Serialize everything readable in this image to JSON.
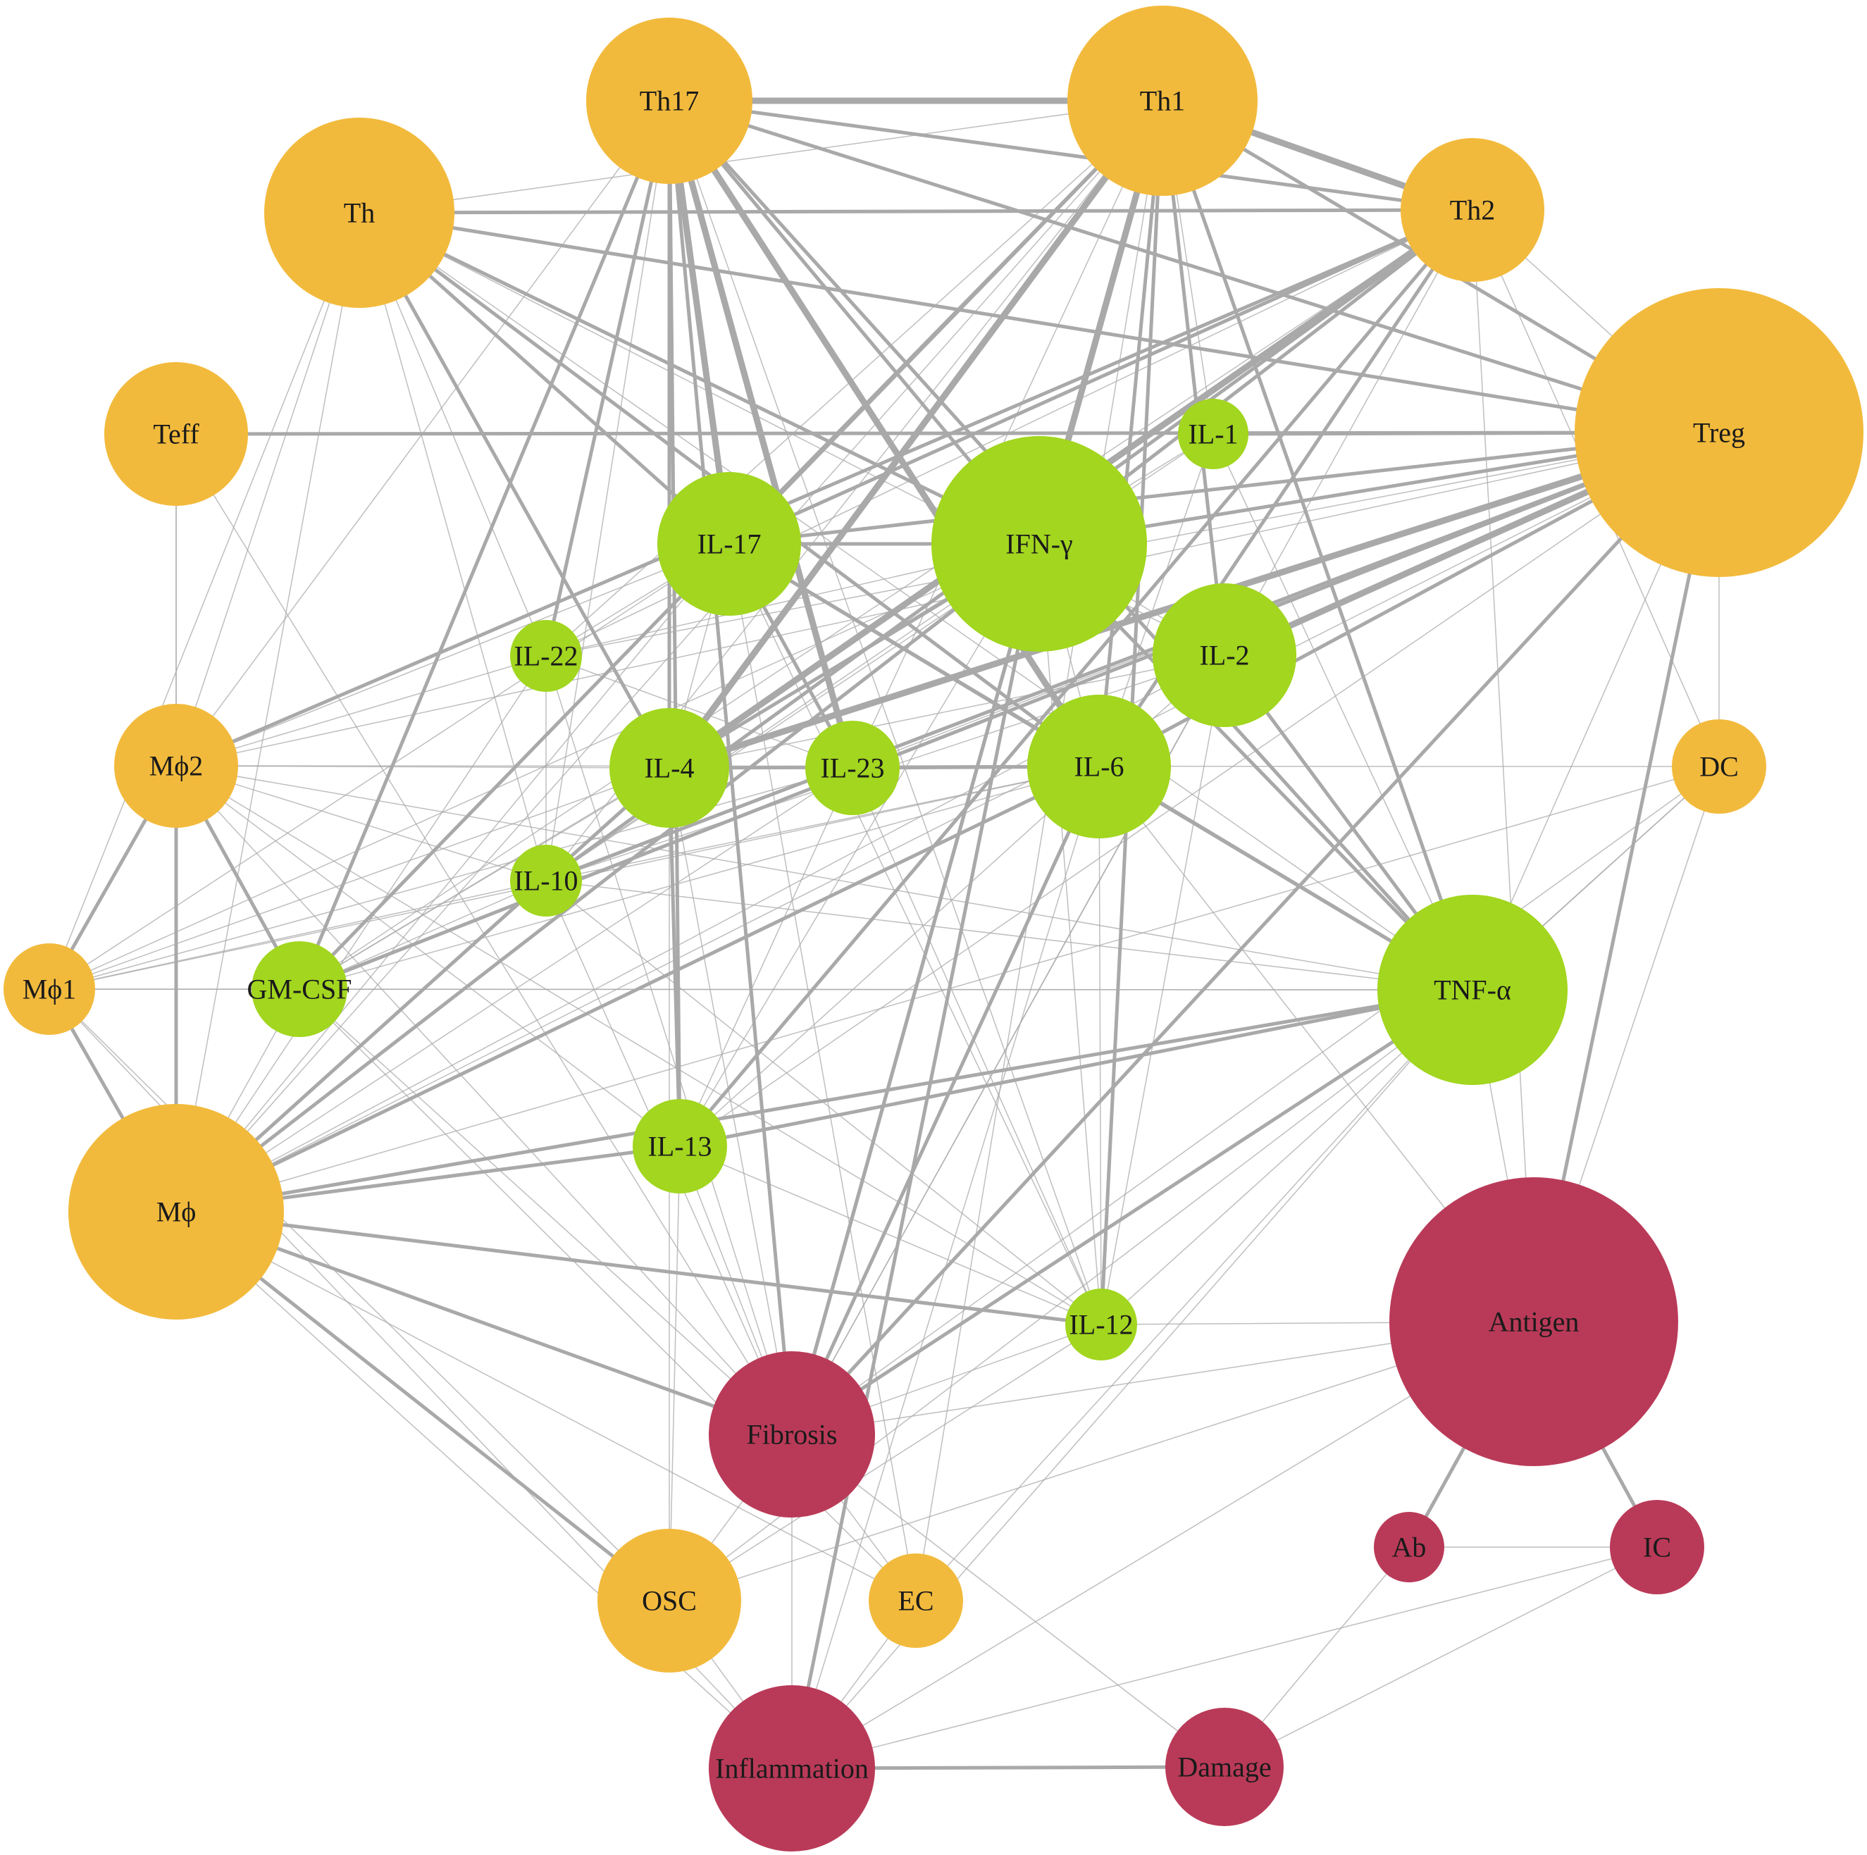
{
  "colors": {
    "cell": "#F2BA3C",
    "cytokine": "#A2D61F",
    "outcome": "#B93A58",
    "edge": "#A9A9A9",
    "background": "#FFFFFF"
  },
  "nodes": [
    {
      "id": "Th17",
      "label": "Th17",
      "group": "cell"
    },
    {
      "id": "Th1",
      "label": "Th1",
      "group": "cell"
    },
    {
      "id": "Th",
      "label": "Th",
      "group": "cell"
    },
    {
      "id": "Th2",
      "label": "Th2",
      "group": "cell"
    },
    {
      "id": "Treg",
      "label": "Treg",
      "group": "cell"
    },
    {
      "id": "Teff",
      "label": "Teff",
      "group": "cell"
    },
    {
      "id": "DC",
      "label": "DC",
      "group": "cell"
    },
    {
      "id": "Mphi2",
      "label": "Mϕ2",
      "group": "cell"
    },
    {
      "id": "Mphi1",
      "label": "Mϕ1",
      "group": "cell"
    },
    {
      "id": "Mphi",
      "label": "Mϕ",
      "group": "cell"
    },
    {
      "id": "OSC",
      "label": "OSC",
      "group": "cell"
    },
    {
      "id": "EC",
      "label": "EC",
      "group": "cell"
    },
    {
      "id": "IL1",
      "label": "IL-1",
      "group": "cytokine"
    },
    {
      "id": "IFNg",
      "label": "IFN-γ",
      "group": "cytokine"
    },
    {
      "id": "IL17",
      "label": "IL-17",
      "group": "cytokine"
    },
    {
      "id": "IL2",
      "label": "IL-2",
      "group": "cytokine"
    },
    {
      "id": "IL22",
      "label": "IL-22",
      "group": "cytokine"
    },
    {
      "id": "IL4",
      "label": "IL-4",
      "group": "cytokine"
    },
    {
      "id": "IL23",
      "label": "IL-23",
      "group": "cytokine"
    },
    {
      "id": "IL6",
      "label": "IL-6",
      "group": "cytokine"
    },
    {
      "id": "IL10",
      "label": "IL-10",
      "group": "cytokine"
    },
    {
      "id": "GMCSF",
      "label": "GM-CSF",
      "group": "cytokine"
    },
    {
      "id": "TNFa",
      "label": "TNF-α",
      "group": "cytokine"
    },
    {
      "id": "IL13",
      "label": "IL-13",
      "group": "cytokine"
    },
    {
      "id": "IL12",
      "label": "IL-12",
      "group": "cytokine"
    },
    {
      "id": "Antigen",
      "label": "Antigen",
      "group": "outcome"
    },
    {
      "id": "Fibrosis",
      "label": "Fibrosis",
      "group": "outcome"
    },
    {
      "id": "Ab",
      "label": "Ab",
      "group": "outcome"
    },
    {
      "id": "IC",
      "label": "IC",
      "group": "outcome"
    },
    {
      "id": "Inflammation",
      "label": "Inflammation",
      "group": "outcome"
    },
    {
      "id": "Damage",
      "label": "Damage",
      "group": "outcome"
    }
  ],
  "edges": [
    {
      "source": "Th17",
      "target": "Th1",
      "weight": 3
    },
    {
      "source": "Th1",
      "target": "Th2",
      "weight": 3
    },
    {
      "source": "Th17",
      "target": "Th2",
      "weight": 2
    },
    {
      "source": "Th",
      "target": "Th2",
      "weight": 2
    },
    {
      "source": "Th",
      "target": "Treg",
      "weight": 2
    },
    {
      "source": "Th17",
      "target": "Treg",
      "weight": 2
    },
    {
      "source": "Th1",
      "target": "Treg",
      "weight": 2
    },
    {
      "source": "Th2",
      "target": "Treg",
      "weight": 1
    },
    {
      "source": "Teff",
      "target": "Treg",
      "weight": 2
    },
    {
      "source": "Teff",
      "target": "IL1",
      "weight": 1
    },
    {
      "source": "Th17",
      "target": "IL17",
      "weight": 3
    },
    {
      "source": "Th17",
      "target": "IFNg",
      "weight": 2
    },
    {
      "source": "Th17",
      "target": "IL22",
      "weight": 2
    },
    {
      "source": "Th17",
      "target": "IL4",
      "weight": 2
    },
    {
      "source": "Th17",
      "target": "IL23",
      "weight": 3
    },
    {
      "source": "Th17",
      "target": "IL6",
      "weight": 3
    },
    {
      "source": "Th17",
      "target": "TNFa",
      "weight": 2
    },
    {
      "source": "Th17",
      "target": "Fibrosis",
      "weight": 2
    },
    {
      "source": "Th17",
      "target": "IL13",
      "weight": 2
    },
    {
      "source": "Th17",
      "target": "GMCSF",
      "weight": 2
    },
    {
      "source": "Th17",
      "target": "IL10",
      "weight": 1
    },
    {
      "source": "Th17",
      "target": "Mphi2",
      "weight": 1
    },
    {
      "source": "Th17",
      "target": "IL12",
      "weight": 1
    },
    {
      "source": "Th1",
      "target": "IFNg",
      "weight": 3
    },
    {
      "source": "Th1",
      "target": "IL17",
      "weight": 2
    },
    {
      "source": "Th1",
      "target": "IL4",
      "weight": 3
    },
    {
      "source": "Th1",
      "target": "IL2",
      "weight": 2
    },
    {
      "source": "Th1",
      "target": "IL6",
      "weight": 2
    },
    {
      "source": "Th1",
      "target": "IL1",
      "weight": 1
    },
    {
      "source": "Th1",
      "target": "IL22",
      "weight": 1
    },
    {
      "source": "Th1",
      "target": "IL12",
      "weight": 2
    },
    {
      "source": "Th1",
      "target": "TNFa",
      "weight": 2
    },
    {
      "source": "Th1",
      "target": "GMCSF",
      "weight": 2
    },
    {
      "source": "Th1",
      "target": "IL10",
      "weight": 1
    },
    {
      "source": "Th1",
      "target": "Fibrosis",
      "weight": 2
    },
    {
      "source": "Th1",
      "target": "Mphi",
      "weight": 1
    },
    {
      "source": "Th1",
      "target": "IL23",
      "weight": 1
    },
    {
      "source": "Th1",
      "target": "Th",
      "weight": 1
    },
    {
      "source": "Th2",
      "target": "IL4",
      "weight": 3
    },
    {
      "source": "Th2",
      "target": "IL13",
      "weight": 2
    },
    {
      "source": "Th2",
      "target": "IL10",
      "weight": 2
    },
    {
      "source": "Th2",
      "target": "IL17",
      "weight": 2
    },
    {
      "source": "Th2",
      "target": "IFNg",
      "weight": 2
    },
    {
      "source": "Th2",
      "target": "IL6",
      "weight": 2
    },
    {
      "source": "Th2",
      "target": "Mphi2",
      "weight": 2
    },
    {
      "source": "Th2",
      "target": "GMCSF",
      "weight": 1
    },
    {
      "source": "Th2",
      "target": "DC",
      "weight": 1
    },
    {
      "source": "Th2",
      "target": "Antigen",
      "weight": 1
    },
    {
      "source": "Th2",
      "target": "IL22",
      "weight": 1
    },
    {
      "source": "Th2",
      "target": "Fibrosis",
      "weight": 1
    },
    {
      "source": "Th",
      "target": "IL17",
      "weight": 2
    },
    {
      "source": "Th",
      "target": "IFNg",
      "weight": 2
    },
    {
      "source": "Th",
      "target": "IL4",
      "weight": 2
    },
    {
      "source": "Th",
      "target": "IL6",
      "weight": 2
    },
    {
      "source": "Th",
      "target": "Mphi2",
      "weight": 1
    },
    {
      "source": "Th",
      "target": "IL22",
      "weight": 1
    },
    {
      "source": "Th",
      "target": "IL10",
      "weight": 1
    },
    {
      "source": "Th",
      "target": "IL2",
      "weight": 1
    },
    {
      "source": "Th",
      "target": "Mphi",
      "weight": 1
    },
    {
      "source": "Th",
      "target": "TNFa",
      "weight": 1
    },
    {
      "source": "Treg",
      "target": "IL2",
      "weight": 3
    },
    {
      "source": "Treg",
      "target": "IL4",
      "weight": 3
    },
    {
      "source": "Treg",
      "target": "IL10",
      "weight": 2
    },
    {
      "source": "Treg",
      "target": "IL17",
      "weight": 2
    },
    {
      "source": "Treg",
      "target": "IFNg",
      "weight": 2
    },
    {
      "source": "Treg",
      "target": "IL6",
      "weight": 2
    },
    {
      "source": "Treg",
      "target": "Fibrosis",
      "weight": 2
    },
    {
      "source": "Treg",
      "target": "Antigen",
      "weight": 2
    },
    {
      "source": "Treg",
      "target": "GMCSF",
      "weight": 2
    },
    {
      "source": "Treg",
      "target": "DC",
      "weight": 1
    },
    {
      "source": "Treg",
      "target": "IL13",
      "weight": 1
    },
    {
      "source": "Treg",
      "target": "IL22",
      "weight": 1
    },
    {
      "source": "Treg",
      "target": "Mphi2",
      "weight": 1
    },
    {
      "source": "Treg",
      "target": "Mphi",
      "weight": 1
    },
    {
      "source": "Treg",
      "target": "IL23",
      "weight": 1
    },
    {
      "source": "Treg",
      "target": "TNFa",
      "weight": 1
    },
    {
      "source": "IL17",
      "target": "IFNg",
      "weight": 2
    },
    {
      "source": "IL17",
      "target": "IL6",
      "weight": 2
    },
    {
      "source": "IL17",
      "target": "TNFa",
      "weight": 2
    },
    {
      "source": "IL17",
      "target": "IL23",
      "weight": 2
    },
    {
      "source": "IL17",
      "target": "IL22",
      "weight": 1
    },
    {
      "source": "IL17",
      "target": "IL4",
      "weight": 1
    },
    {
      "source": "IL17",
      "target": "Mphi",
      "weight": 1
    },
    {
      "source": "IL17",
      "target": "IL12",
      "weight": 1
    },
    {
      "source": "IL17",
      "target": "Mphi2",
      "weight": 1
    },
    {
      "source": "IFNg",
      "target": "IL4",
      "weight": 2
    },
    {
      "source": "IFNg",
      "target": "IL6",
      "weight": 1
    },
    {
      "source": "IFNg",
      "target": "IL2",
      "weight": 1
    },
    {
      "source": "IFNg",
      "target": "TNFa",
      "weight": 2
    },
    {
      "source": "IFNg",
      "target": "Mphi",
      "weight": 2
    },
    {
      "source": "IFNg",
      "target": "IL10",
      "weight": 1
    },
    {
      "source": "IFNg",
      "target": "GMCSF",
      "weight": 1
    },
    {
      "source": "IFNg",
      "target": "Fibrosis",
      "weight": 2
    },
    {
      "source": "IFNg",
      "target": "IL12",
      "weight": 1
    },
    {
      "source": "IFNg",
      "target": "IL22",
      "weight": 1
    },
    {
      "source": "IFNg",
      "target": "Mphi1",
      "weight": 1
    },
    {
      "source": "IFNg",
      "target": "Inflammation",
      "weight": 2
    },
    {
      "source": "IFNg",
      "target": "IL13",
      "weight": 1
    },
    {
      "source": "IL2",
      "target": "TNFa",
      "weight": 2
    },
    {
      "source": "IL2",
      "target": "IL10",
      "weight": 1
    },
    {
      "source": "IL2",
      "target": "IL4",
      "weight": 1
    },
    {
      "source": "IL2",
      "target": "IL12",
      "weight": 1
    },
    {
      "source": "IL2",
      "target": "Mphi",
      "weight": 1
    },
    {
      "source": "IL2",
      "target": "Fibrosis",
      "weight": 1
    },
    {
      "source": "IL2",
      "target": "IL6",
      "weight": 1
    },
    {
      "source": "IL1",
      "target": "Treg",
      "weight": 2
    },
    {
      "source": "IL1",
      "target": "IL6",
      "weight": 1
    },
    {
      "source": "IL1",
      "target": "IL4",
      "weight": 1
    },
    {
      "source": "IL1",
      "target": "TNFa",
      "weight": 1
    },
    {
      "source": "IL1",
      "target": "IL10",
      "weight": 1
    },
    {
      "source": "IL4",
      "target": "IL23",
      "weight": 1
    },
    {
      "source": "IL4",
      "target": "IL6",
      "weight": 2
    },
    {
      "source": "IL4",
      "target": "IL13",
      "weight": 2
    },
    {
      "source": "IL4",
      "target": "Mphi",
      "weight": 2
    },
    {
      "source": "IL4",
      "target": "Mphi2",
      "weight": 1
    },
    {
      "source": "IL4",
      "target": "GMCSF",
      "weight": 1
    },
    {
      "source": "IL4",
      "target": "Fibrosis",
      "weight": 1
    },
    {
      "source": "IL4",
      "target": "IL10",
      "weight": 1
    },
    {
      "source": "IL23",
      "target": "IL6",
      "weight": 2
    },
    {
      "source": "IL23",
      "target": "IL12",
      "weight": 1
    },
    {
      "source": "IL23",
      "target": "Mphi",
      "weight": 1
    },
    {
      "source": "IL23",
      "target": "IL13",
      "weight": 1
    },
    {
      "source": "IL6",
      "target": "TNFa",
      "weight": 2
    },
    {
      "source": "IL6",
      "target": "Mphi",
      "weight": 2
    },
    {
      "source": "IL6",
      "target": "Fibrosis",
      "weight": 2
    },
    {
      "source": "IL6",
      "target": "IL10",
      "weight": 1
    },
    {
      "source": "IL6",
      "target": "IL12",
      "weight": 1
    },
    {
      "source": "IL6",
      "target": "GMCSF",
      "weight": 1
    },
    {
      "source": "IL6",
      "target": "IL13",
      "weight": 1
    },
    {
      "source": "IL6",
      "target": "Antigen",
      "weight": 1
    },
    {
      "source": "IL6",
      "target": "Inflammation",
      "weight": 1
    },
    {
      "source": "TNFa",
      "target": "IL13",
      "weight": 2
    },
    {
      "source": "TNFa",
      "target": "Mphi",
      "weight": 2
    },
    {
      "source": "TNFa",
      "target": "Fibrosis",
      "weight": 2
    },
    {
      "source": "TNFa",
      "target": "GMCSF",
      "weight": 1
    },
    {
      "source": "TNFa",
      "target": "IL10",
      "weight": 1
    },
    {
      "source": "TNFa",
      "target": "Mphi2",
      "weight": 1
    },
    {
      "source": "TNFa",
      "target": "OSC",
      "weight": 1
    },
    {
      "source": "TNFa",
      "target": "EC",
      "weight": 1
    },
    {
      "source": "TNFa",
      "target": "Antigen",
      "weight": 1
    },
    {
      "source": "TNFa",
      "target": "Inflammation",
      "weight": 1
    },
    {
      "source": "TNFa",
      "target": "Mphi1",
      "weight": 1
    },
    {
      "source": "IL22",
      "target": "IL10",
      "weight": 1
    },
    {
      "source": "IL22",
      "target": "Mphi2",
      "weight": 1
    },
    {
      "source": "IL22",
      "target": "IL23",
      "weight": 1
    },
    {
      "source": "IL22",
      "target": "Fibrosis",
      "weight": 1
    },
    {
      "source": "IL10",
      "target": "Mphi2",
      "weight": 1
    },
    {
      "source": "IL10",
      "target": "Mphi",
      "weight": 1
    },
    {
      "source": "IL10",
      "target": "GMCSF",
      "weight": 1
    },
    {
      "source": "IL10",
      "target": "Fibrosis",
      "weight": 1
    },
    {
      "source": "IL10",
      "target": "IL12",
      "weight": 1
    },
    {
      "source": "IL13",
      "target": "Mphi",
      "weight": 2
    },
    {
      "source": "IL13",
      "target": "Fibrosis",
      "weight": 1
    },
    {
      "source": "IL13",
      "target": "OSC",
      "weight": 1
    },
    {
      "source": "IL13",
      "target": "Mphi2",
      "weight": 1
    },
    {
      "source": "IL13",
      "target": "IL12",
      "weight": 1
    },
    {
      "source": "GMCSF",
      "target": "Mphi2",
      "weight": 2
    },
    {
      "source": "GMCSF",
      "target": "Mphi",
      "weight": 1
    },
    {
      "source": "GMCSF",
      "target": "EC",
      "weight": 1
    },
    {
      "source": "GMCSF",
      "target": "Mphi1",
      "weight": 1
    },
    {
      "source": "GMCSF",
      "target": "Fibrosis",
      "weight": 1
    },
    {
      "source": "Mphi2",
      "target": "Mphi1",
      "weight": 2
    },
    {
      "source": "Mphi2",
      "target": "Mphi",
      "weight": 2
    },
    {
      "source": "Mphi2",
      "target": "IL12",
      "weight": 1
    },
    {
      "source": "Mphi2",
      "target": "DC",
      "weight": 1
    },
    {
      "source": "Mphi2",
      "target": "Fibrosis",
      "weight": 1
    },
    {
      "source": "Mphi2",
      "target": "Teff",
      "weight": 1
    },
    {
      "source": "Mphi1",
      "target": "Mphi",
      "weight": 2
    },
    {
      "source": "Mphi1",
      "target": "IL4",
      "weight": 1
    },
    {
      "source": "Mphi1",
      "target": "IL6",
      "weight": 1
    },
    {
      "source": "Mphi1",
      "target": "IL23",
      "weight": 1
    },
    {
      "source": "Mphi1",
      "target": "IL17",
      "weight": 1
    },
    {
      "source": "Mphi1",
      "target": "IL10",
      "weight": 1
    },
    {
      "source": "Mphi1",
      "target": "Th",
      "weight": 1
    },
    {
      "source": "Mphi1",
      "target": "Inflammation",
      "weight": 1
    },
    {
      "source": "Mphi1",
      "target": "OSC",
      "weight": 1
    },
    {
      "source": "Mphi",
      "target": "Fibrosis",
      "weight": 2
    },
    {
      "source": "Mphi",
      "target": "OSC",
      "weight": 2
    },
    {
      "source": "Mphi",
      "target": "IL12",
      "weight": 2
    },
    {
      "source": "Mphi",
      "target": "EC",
      "weight": 1
    },
    {
      "source": "Mphi",
      "target": "Inflammation",
      "weight": 1
    },
    {
      "source": "Mphi",
      "target": "IL22",
      "weight": 1
    },
    {
      "source": "Mphi",
      "target": "Th2",
      "weight": 1
    },
    {
      "source": "Teff",
      "target": "Fibrosis",
      "weight": 1
    },
    {
      "source": "Teff",
      "target": "Mphi",
      "weight": 1
    },
    {
      "source": "DC",
      "target": "Antigen",
      "weight": 1
    },
    {
      "source": "DC",
      "target": "TNFa",
      "weight": 1
    },
    {
      "source": "DC",
      "target": "IL12",
      "weight": 1
    },
    {
      "source": "DC",
      "target": "Mphi",
      "weight": 1
    },
    {
      "source": "DC",
      "target": "Fibrosis",
      "weight": 1
    },
    {
      "source": "Antigen",
      "target": "Ab",
      "weight": 2
    },
    {
      "source": "Antigen",
      "target": "IC",
      "weight": 2
    },
    {
      "source": "Antigen",
      "target": "OSC",
      "weight": 1
    },
    {
      "source": "Antigen",
      "target": "Fibrosis",
      "weight": 1
    },
    {
      "source": "Antigen",
      "target": "IL12",
      "weight": 1
    },
    {
      "source": "Antigen",
      "target": "Inflammation",
      "weight": 1
    },
    {
      "source": "Ab",
      "target": "IC",
      "weight": 1
    },
    {
      "source": "Ab",
      "target": "Damage",
      "weight": 1
    },
    {
      "source": "IC",
      "target": "Inflammation",
      "weight": 1
    },
    {
      "source": "IC",
      "target": "Damage",
      "weight": 1
    },
    {
      "source": "Inflammation",
      "target": "Damage",
      "weight": 2
    },
    {
      "source": "Fibrosis",
      "target": "OSC",
      "weight": 1
    },
    {
      "source": "Fibrosis",
      "target": "EC",
      "weight": 1
    },
    {
      "source": "Fibrosis",
      "target": "Inflammation",
      "weight": 1
    },
    {
      "source": "OSC",
      "target": "Inflammation",
      "weight": 1
    },
    {
      "source": "EC",
      "target": "Inflammation",
      "weight": 1
    },
    {
      "source": "OSC",
      "target": "Th17",
      "weight": 1
    },
    {
      "source": "EC",
      "target": "Th1",
      "weight": 1
    },
    {
      "source": "EC",
      "target": "IL17",
      "weight": 1
    },
    {
      "source": "IL12",
      "target": "Fibrosis",
      "weight": 1
    },
    {
      "source": "IL12",
      "target": "OSC",
      "weight": 1
    },
    {
      "source": "Damage",
      "target": "Fibrosis",
      "weight": 1
    }
  ]
}
